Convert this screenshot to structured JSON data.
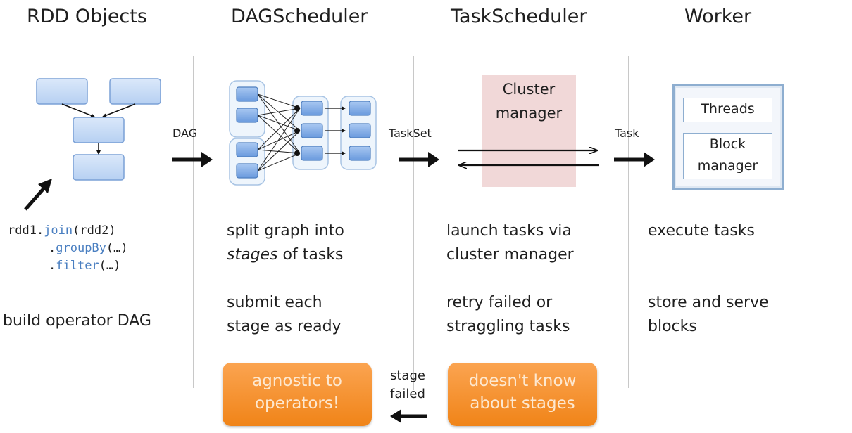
{
  "columns": [
    {
      "title": "RDD Objects"
    },
    {
      "title": "DAGScheduler"
    },
    {
      "title": "TaskScheduler"
    },
    {
      "title": "Worker"
    }
  ],
  "rdd": {
    "code_line1_a": "rdd1.",
    "code_line1_b": "join",
    "code_line1_c": "(rdd2)",
    "code_line2_a": ".",
    "code_line2_b": "groupBy",
    "code_line2_c": "(…)",
    "code_line3_a": ".",
    "code_line3_b": "filter",
    "code_line3_c": "(…)",
    "desc": "build operator DAG"
  },
  "dag": {
    "arrow_label": "DAG",
    "desc1_line1": "split graph into",
    "desc1_line2_a": "stages",
    "desc1_line2_b": " of tasks",
    "desc2_line1": "submit each",
    "desc2_line2": "stage as ready",
    "callout_line1": "agnostic to",
    "callout_line2": "operators!"
  },
  "task": {
    "arrow_label": "TaskSet",
    "cluster_line1": "Cluster",
    "cluster_line2": "manager",
    "desc1_line1": "launch tasks via",
    "desc1_line2": "cluster manager",
    "desc2_line1": "retry failed or",
    "desc2_line2": "straggling tasks",
    "stage_failed_line1": "stage",
    "stage_failed_line2": "failed",
    "callout_line1": "doesn't know",
    "callout_line2": "about stages"
  },
  "worker": {
    "arrow_label": "Task",
    "threads": "Threads",
    "block_line1": "Block",
    "block_line2": "manager",
    "desc1": "execute tasks",
    "desc2_line1": "store and serve",
    "desc2_line2": "blocks"
  },
  "colors": {
    "node_fill": "#7aa8e6",
    "node_border": "#4f7fbf",
    "divider": "#c8c8c8",
    "callout": "#f5922e",
    "cluster_box": "#f1d8d8",
    "worker_border": "#8eaed0"
  }
}
